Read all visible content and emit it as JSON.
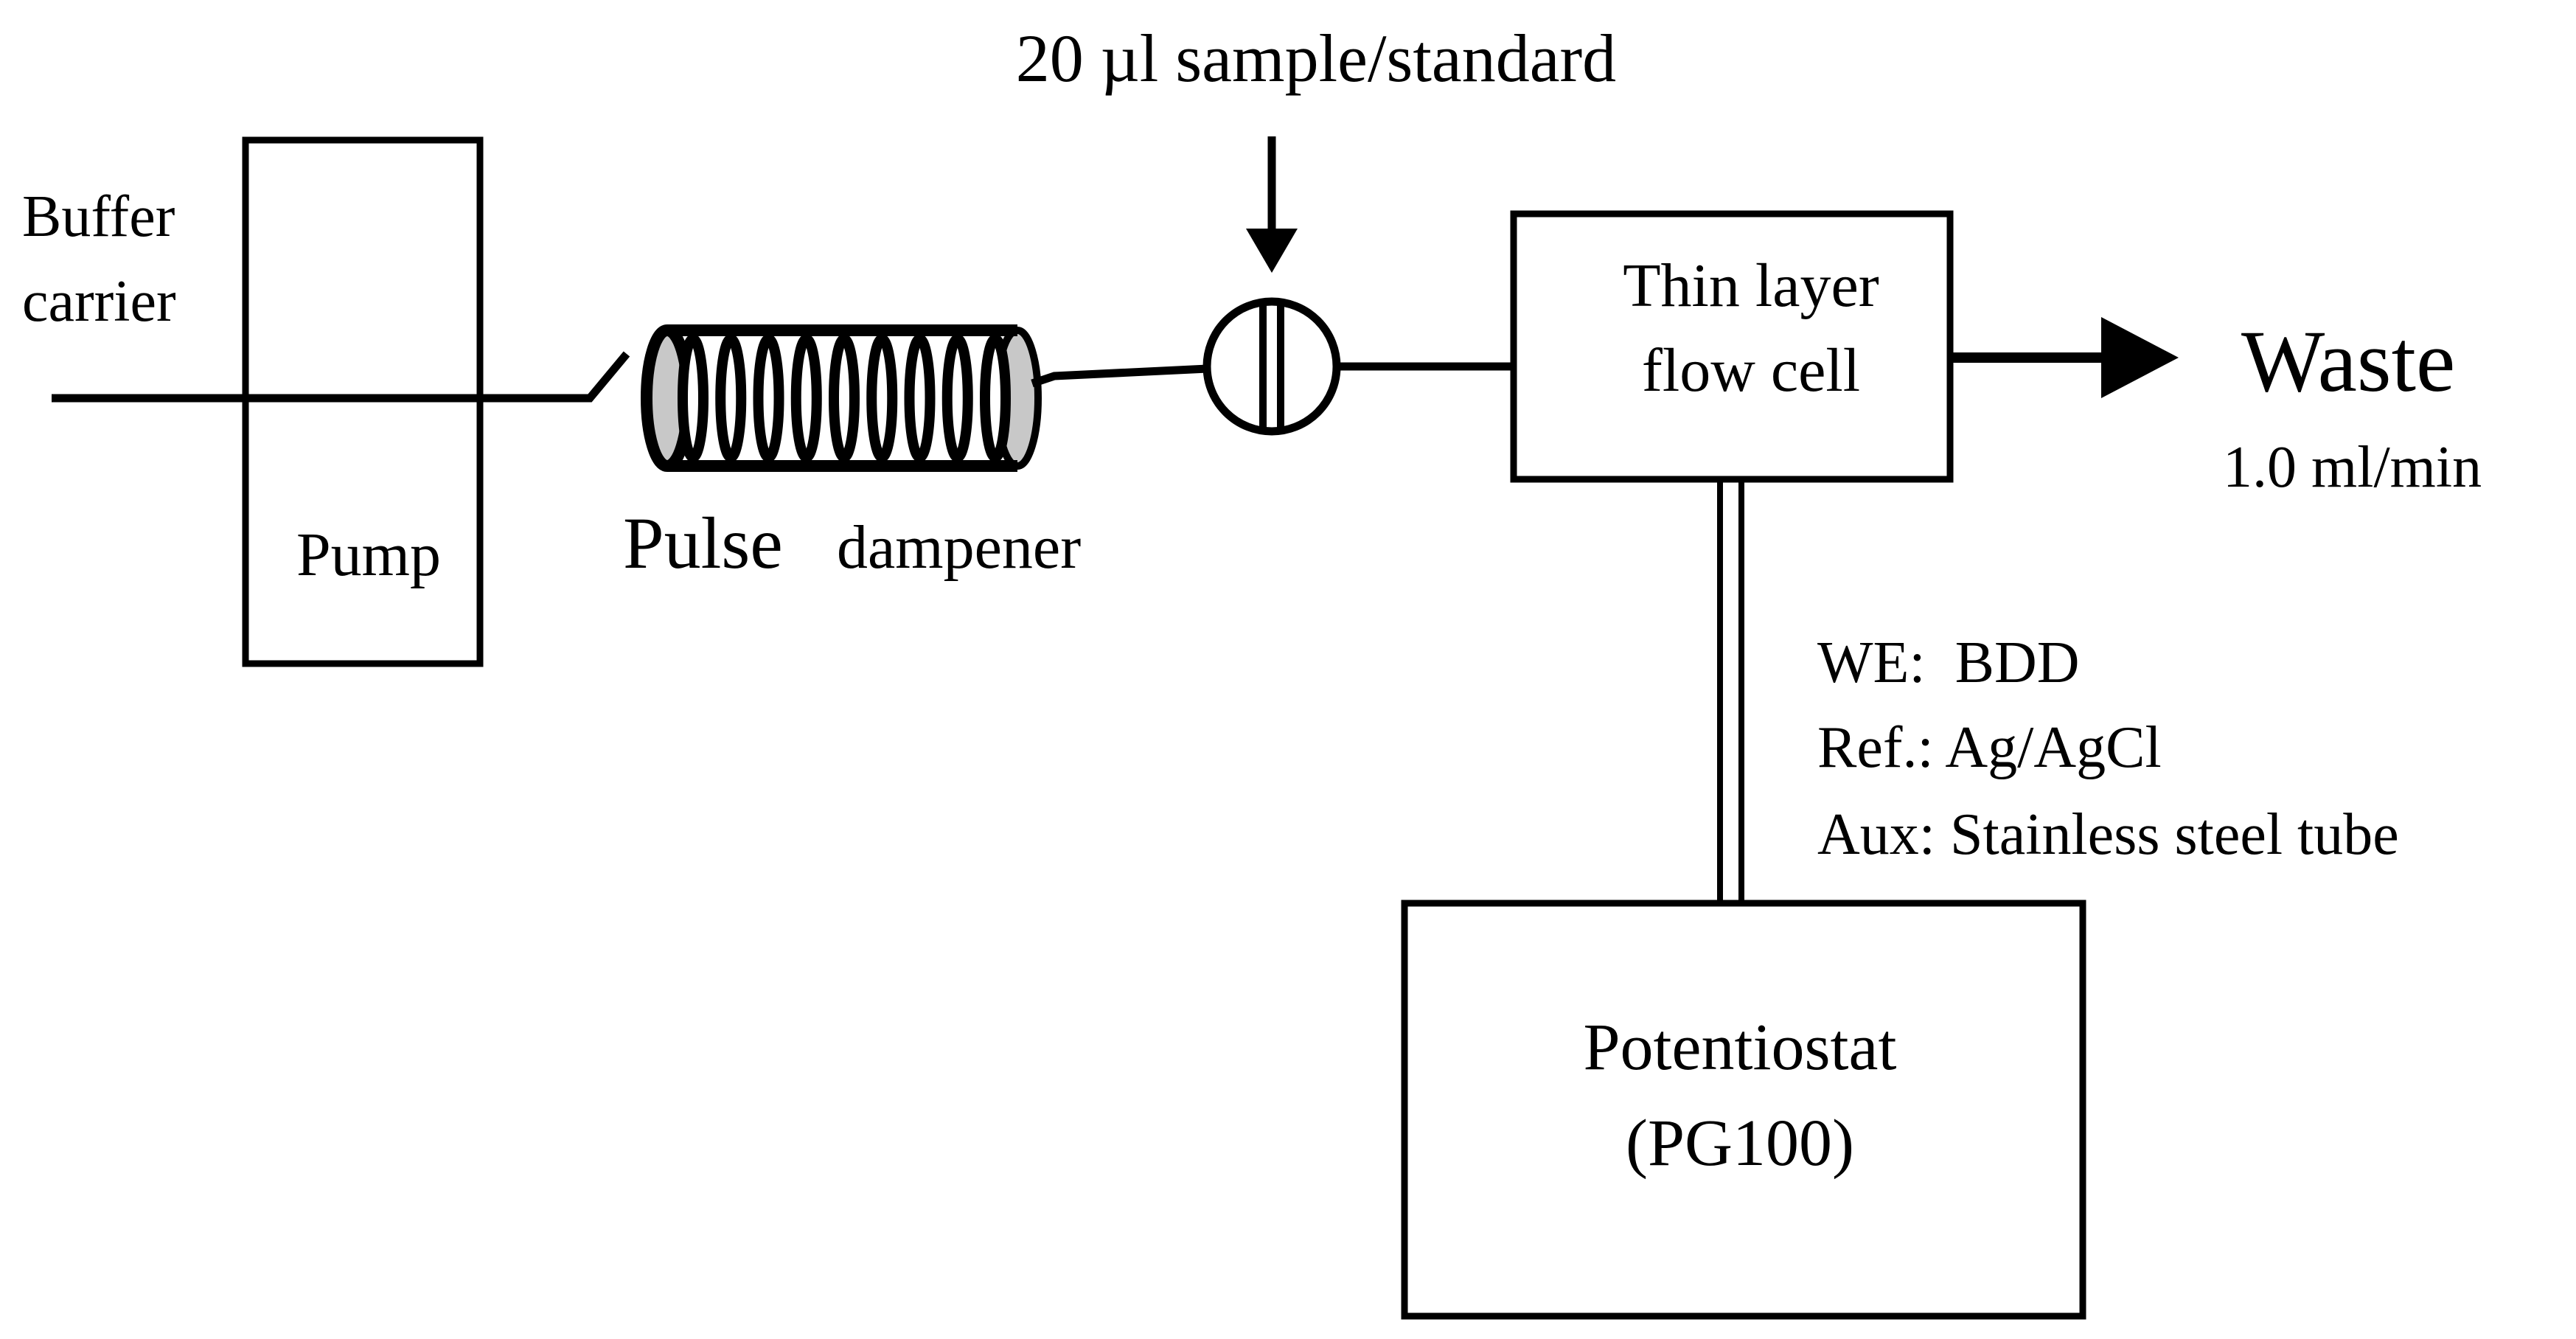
{
  "labels": {
    "sample": "20 µl sample/standard",
    "buffer_line1": "Buffer",
    "buffer_line2": "carrier",
    "pump": "Pump",
    "pulse_big": "Pulse",
    "pulse_small": "dampener",
    "flowcell_line1": "Thin layer",
    "flowcell_line2": "flow cell",
    "waste": "Waste",
    "flow_rate": "1.0 ml/min",
    "electrodes": [
      "WE:  BDD",
      "Ref.: Ag/AgCl",
      "Aux: Stainless steel tube"
    ],
    "potentiostat_line1": "Potentiostat",
    "potentiostat_line2": "(PG100)"
  },
  "colors": {
    "line": "#000000",
    "coil_fill": "#c8c8c8",
    "background": "#ffffff"
  },
  "icons": {
    "injection_valve": "valve-circle",
    "coil": "helical-coil"
  }
}
